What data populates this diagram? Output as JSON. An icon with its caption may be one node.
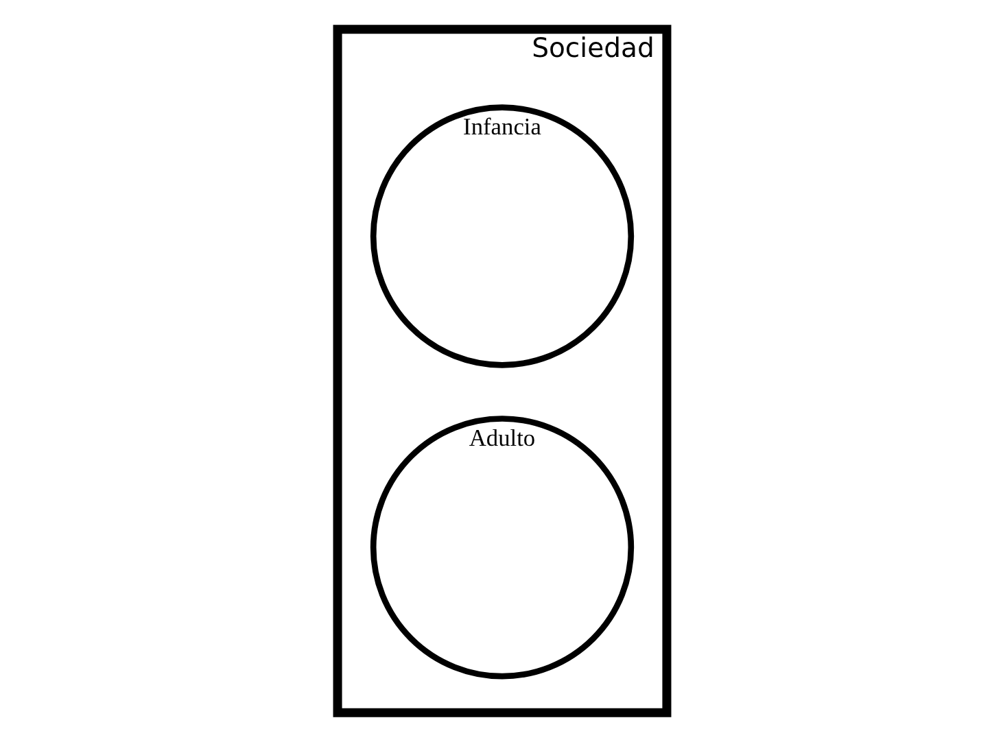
{
  "diagram": {
    "nodes": [
      {
        "text": [
          "Sociedad"
        ]
      },
      {
        "text": [
          "Infancia"
        ],
        "in": 0
      },
      {
        "text": [
          "Adulto"
        ],
        "in": 0
      }
    ]
  }
}
